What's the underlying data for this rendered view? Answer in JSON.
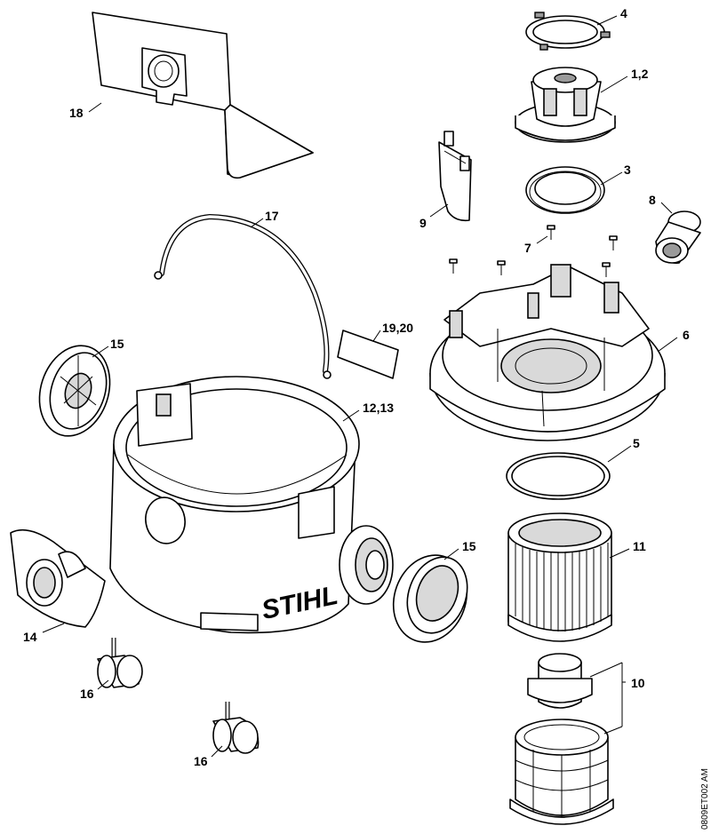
{
  "diagram": {
    "labels": {
      "p1_2": "1,2",
      "p3": "3",
      "p4": "4",
      "p5": "5",
      "p6": "6",
      "p7": "7",
      "p8": "8",
      "p9": "9",
      "p10": "10",
      "p11": "11",
      "p12_13": "12,13",
      "p14": "14",
      "p15a": "15",
      "p15b": "15",
      "p16a": "16",
      "p16b": "16",
      "p17": "17",
      "p18": "18",
      "p19_20": "19,20"
    },
    "brand": "STIHL",
    "drawing_ref": "0809ET002 AM"
  }
}
